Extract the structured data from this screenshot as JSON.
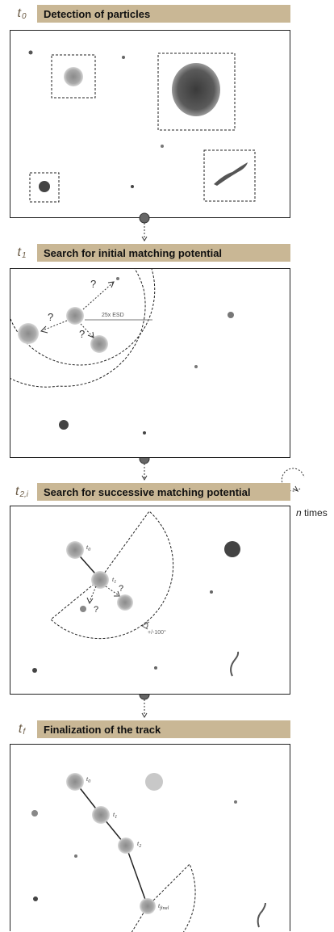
{
  "steps": [
    {
      "t_symbol": "t",
      "t_sub": "0",
      "title": "Detection of particles"
    },
    {
      "t_symbol": "t",
      "t_sub": "1",
      "title": "Search for initial matching potential"
    },
    {
      "t_symbol": "t",
      "t_sub": "2,i",
      "title": "Search for successive matching potential"
    },
    {
      "t_symbol": "t",
      "t_sub": "f",
      "title": "Finalization of the track"
    }
  ],
  "repeat_note": {
    "n": "n",
    "times": " times"
  },
  "panel1_annotations": {
    "q1": "?",
    "q2": "?",
    "q3": "?",
    "radius": "25x ESD"
  },
  "panel2_annotations": {
    "q1": "?",
    "q2": "?",
    "angle": "+/-100°",
    "t0": "t",
    "t0_sub": "0",
    "t1": "t",
    "t1_sub": "1"
  },
  "panel3_annotations": {
    "t0": "t",
    "t0_sub": "0",
    "t1": "t",
    "t1_sub": "1",
    "t2": "t",
    "t2_sub": "2",
    "tf": "t",
    "tf_sub": "final"
  },
  "colors": {
    "header_bg": "#c9b795",
    "t_label": "#6b5b45",
    "node": "#666666"
  }
}
